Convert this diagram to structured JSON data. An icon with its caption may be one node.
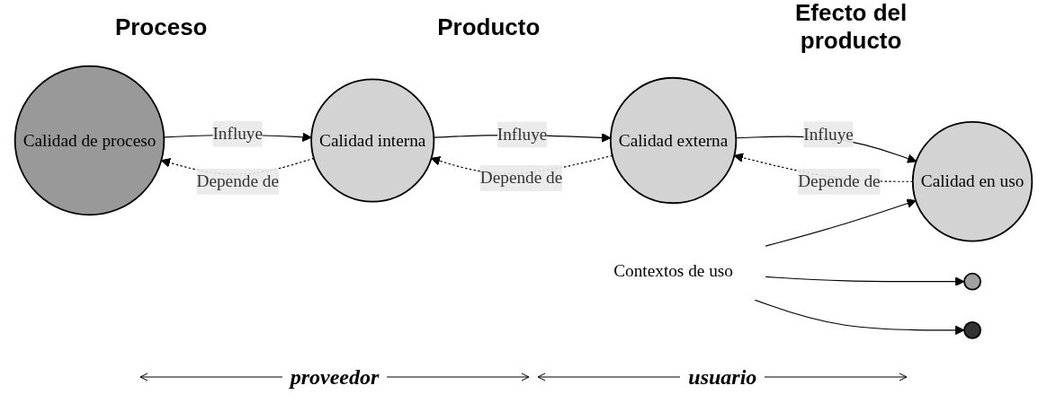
{
  "diagram": {
    "nodes": [
      {
        "text": [
          "Calidad de proceso"
        ]
      },
      {
        "text": [
          "Calidad interna"
        ]
      },
      {
        "text": [
          "Calidad externa"
        ]
      },
      {
        "text": [
          "Calidad en uso"
        ]
      },
      {
        "text": [],
        "shape": "circle"
      },
      {
        "text": [],
        "shape": "circle"
      },
      {
        "text": [
          "Contextos de uso"
        ]
      }
    ],
    "edges": [
      {
        "from": 0,
        "to": 1,
        "arrow": "to",
        "label": "Influye"
      },
      {
        "from": 1,
        "to": 0,
        "arrow": "to",
        "label": "Depende de",
        "style": "dashed"
      },
      {
        "from": 1,
        "to": 2,
        "arrow": "to",
        "label": "Influye"
      },
      {
        "from": 2,
        "to": 1,
        "arrow": "to",
        "label": "Depende de",
        "style": "dashed"
      },
      {
        "from": 2,
        "to": 3,
        "arrow": "to",
        "label": "Influye"
      },
      {
        "from": 3,
        "to": 2,
        "arrow": "to",
        "label": "Depende de",
        "style": "dashed"
      },
      {
        "from": 6,
        "to": 3,
        "arrow": "to"
      },
      {
        "from": 6,
        "to": 4,
        "arrow": "to"
      },
      {
        "from": 6,
        "to": 5,
        "arrow": "to"
      }
    ],
    "labels": [
      "Proceso",
      "Producto",
      "Efecto del producto",
      "proveedor",
      "usuario"
    ]
  }
}
